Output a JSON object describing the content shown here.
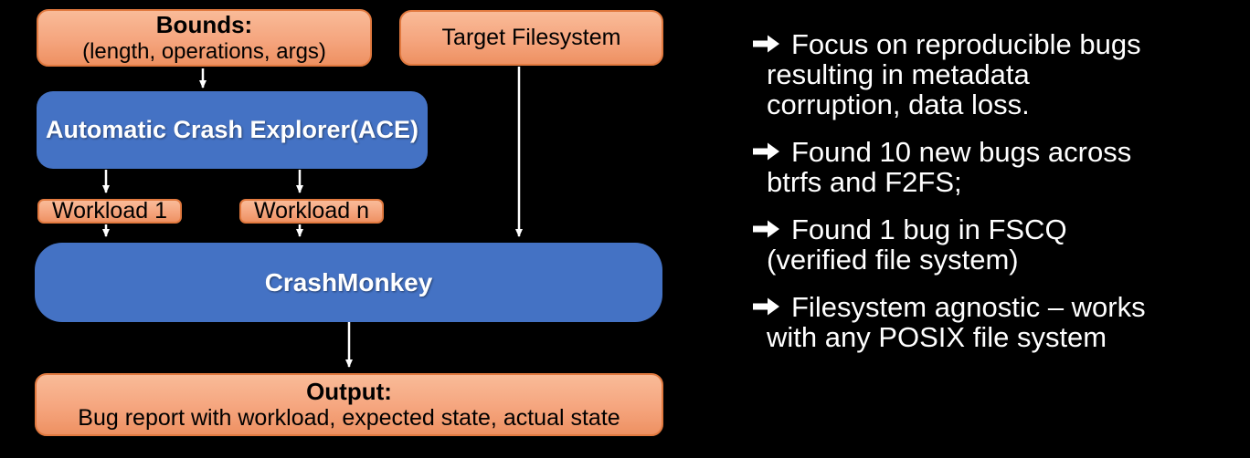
{
  "slide": {
    "background": "#000000"
  },
  "diagram": {
    "colors": {
      "node_orange_top": "#f9bb98",
      "node_orange_bottom": "#ee9162",
      "node_orange_border": "#e1793f",
      "node_blue": "#4472c4",
      "arrow": "#ffffff",
      "text_dark": "#000000",
      "text_light": "#ffffff"
    },
    "nodes": {
      "bounds": {
        "title": "Bounds:",
        "subtitle": "(length, operations, args)"
      },
      "target_filesystem": {
        "label": "Target Filesystem"
      },
      "ace": {
        "label": "Automatic Crash Explorer(ACE)"
      },
      "workload_1": {
        "label": "Workload 1"
      },
      "workload_n": {
        "label": "Workload n"
      },
      "crashmonkey": {
        "label": "CrashMonkey"
      },
      "output": {
        "title": "Output:",
        "subtitle": "Bug report with workload, expected state, actual state"
      }
    },
    "connections": [
      "bounds -> ace",
      "ace -> workload_1",
      "ace -> workload_n",
      "workload_1 -> crashmonkey",
      "workload_n -> crashmonkey",
      "target_filesystem -> crashmonkey",
      "crashmonkey -> output"
    ]
  },
  "bullets": {
    "icon": "right-arrow",
    "items": [
      {
        "lines": [
          "Focus on reproducible bugs",
          "resulting in metadata",
          "corruption, data loss."
        ]
      },
      {
        "lines": [
          "Found 10 new bugs across",
          "btrfs and F2FS;"
        ]
      },
      {
        "lines": [
          "Found 1 bug in FSCQ",
          "(verified file system)"
        ]
      },
      {
        "lines": [
          "Filesystem agnostic – works",
          "with any POSIX file system"
        ]
      }
    ]
  }
}
